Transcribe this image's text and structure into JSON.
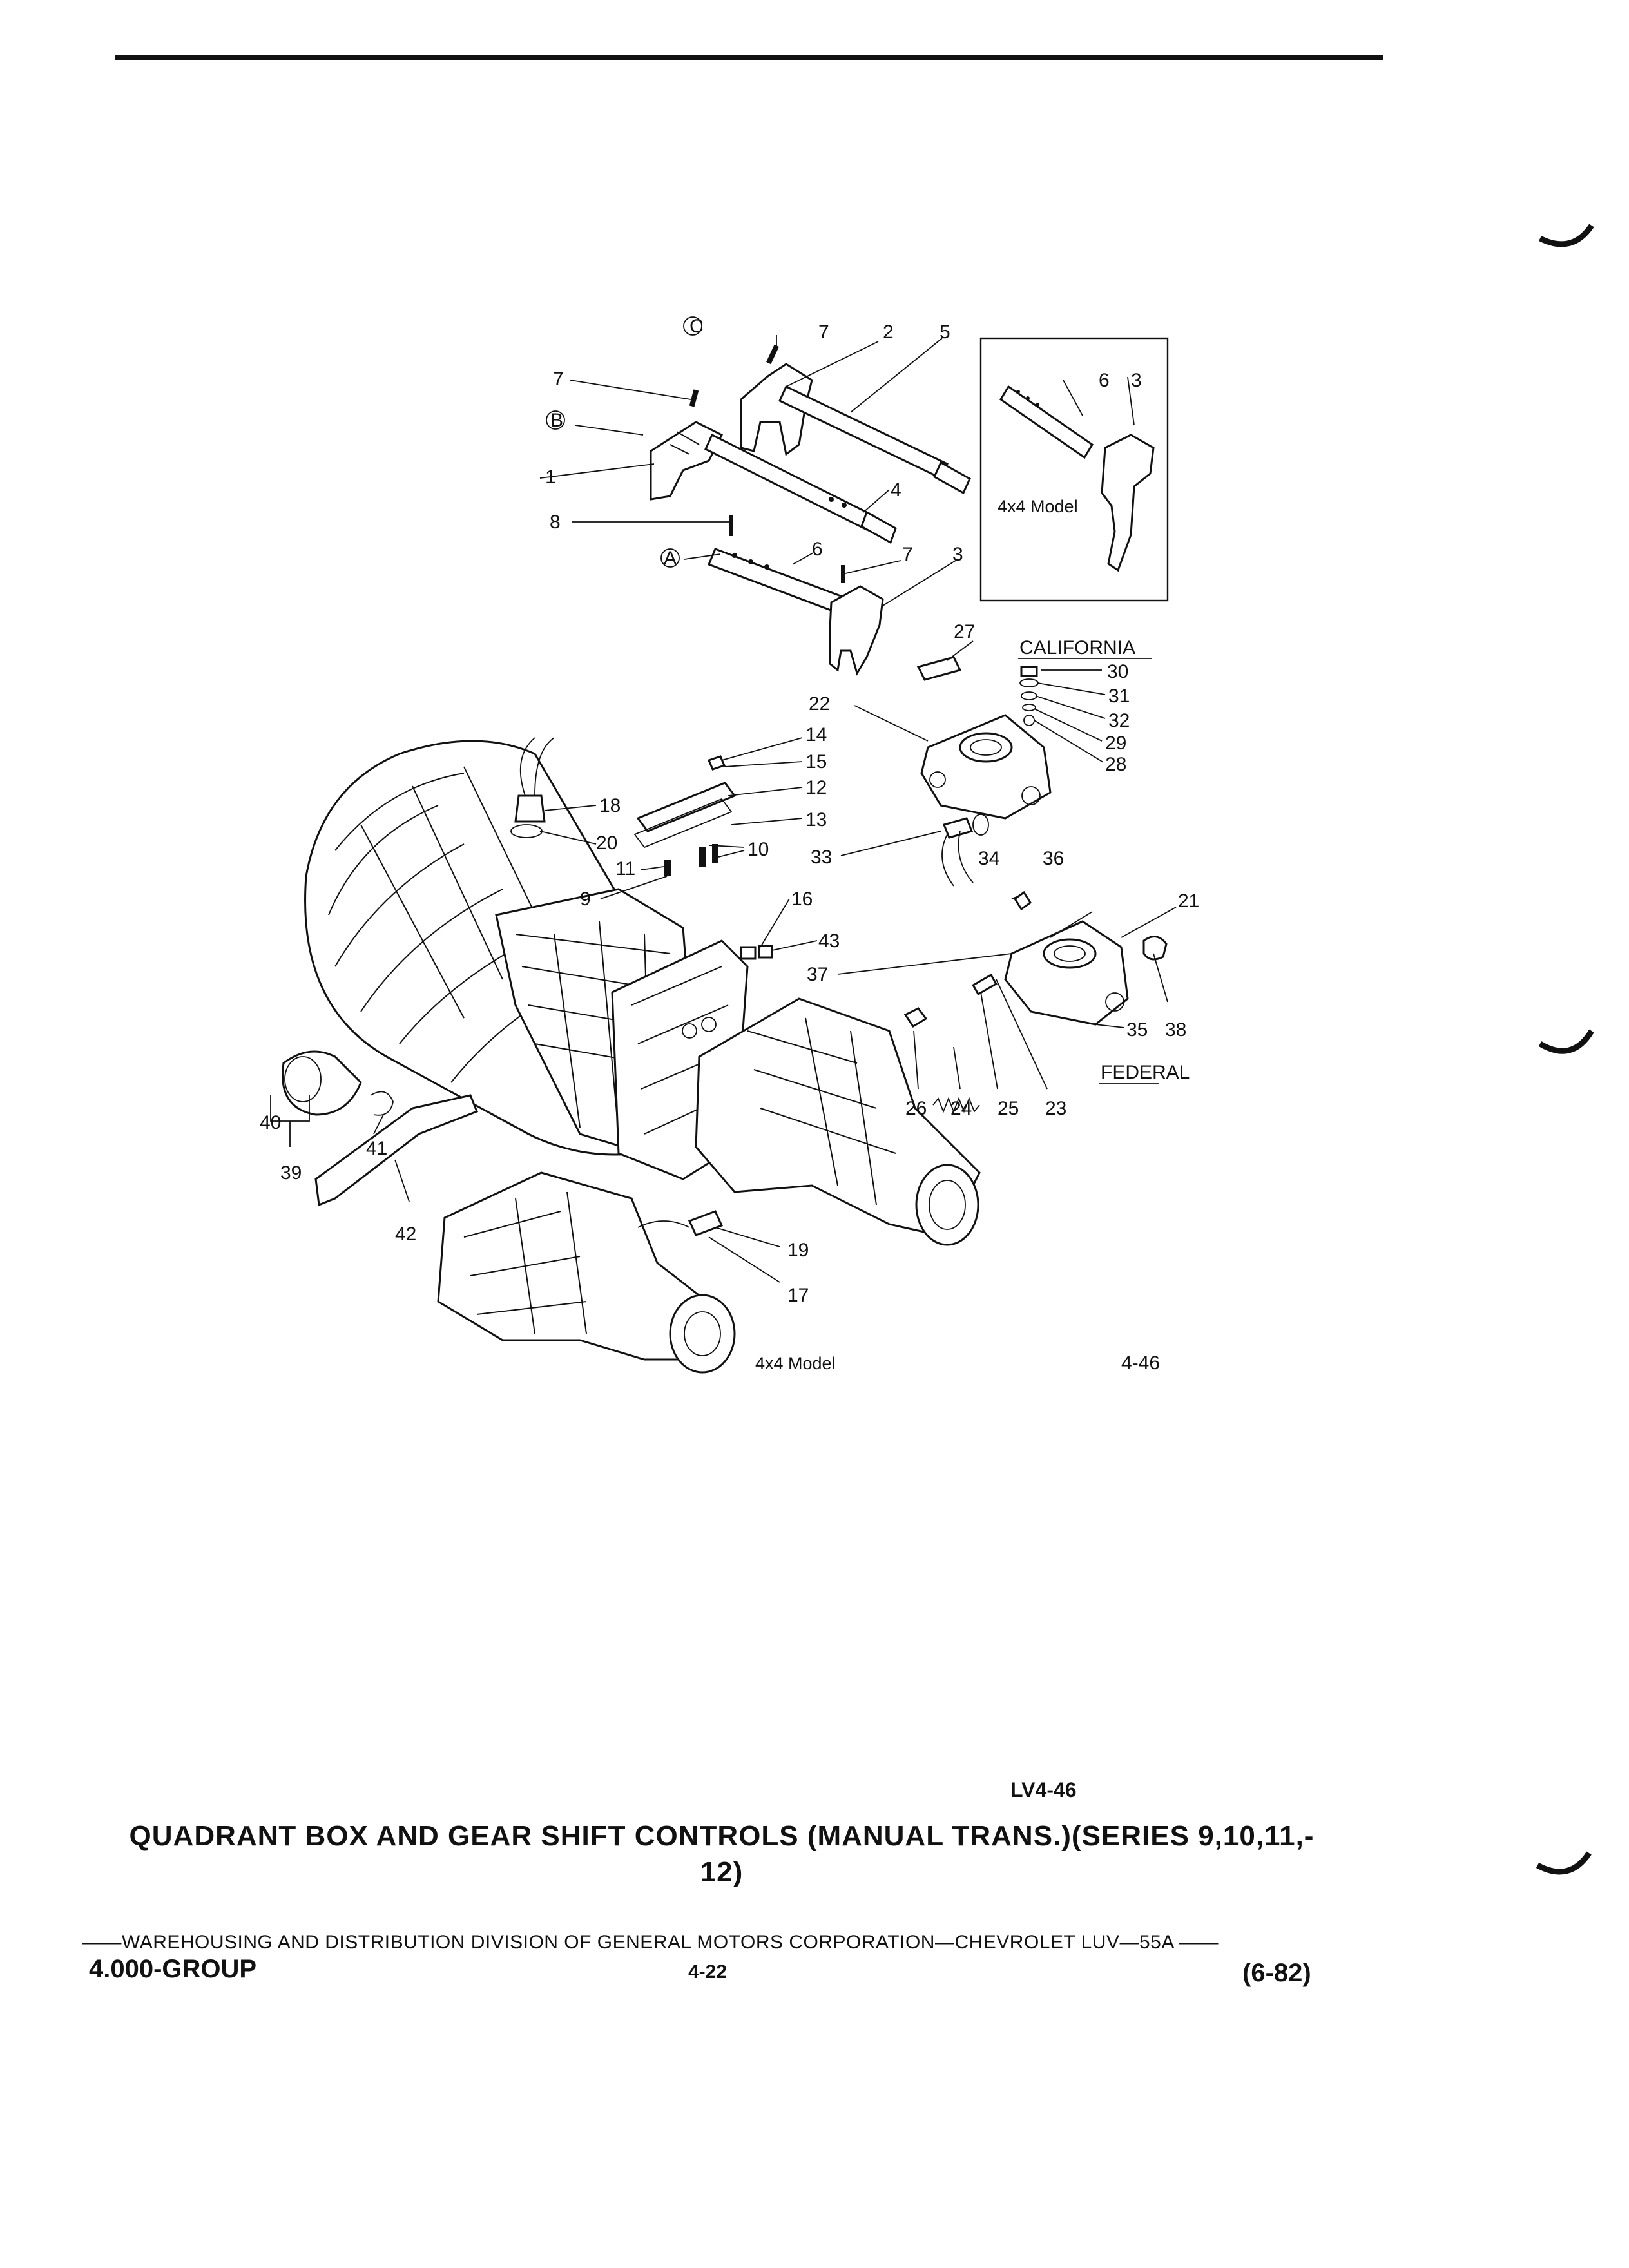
{
  "diagram": {
    "callouts": [
      "1",
      "2",
      "3",
      "4",
      "5",
      "6",
      "7",
      "8",
      "9",
      "10",
      "11",
      "12",
      "13",
      "14",
      "15",
      "16",
      "17",
      "18",
      "19",
      "20",
      "21",
      "22",
      "23",
      "24",
      "25",
      "26",
      "27",
      "28",
      "29",
      "30",
      "31",
      "32",
      "33",
      "34",
      "35",
      "36",
      "37",
      "38",
      "39",
      "40",
      "41",
      "42",
      "43"
    ],
    "letters": [
      "A",
      "B",
      "C"
    ],
    "inset_label": "4x4 Model",
    "bottom_label": "4x4 Model",
    "california": "CALIFORNIA",
    "federal": "FEDERAL",
    "figure_number": "4-46"
  },
  "page": {
    "figure_id": "LV4-46",
    "title_line1": "QUADRANT BOX AND GEAR SHIFT CONTROLS (MANUAL TRANS.)(SERIES 9,10,11,-",
    "title_line2": "12)",
    "footer_text": "——WAREHOUSING AND DISTRIBUTION DIVISION OF GENERAL MOTORS CORPORATION—CHEVROLET LUV—55A ——",
    "group": "4.000-GROUP",
    "page_number": "4-22",
    "date": "(6-82)"
  }
}
